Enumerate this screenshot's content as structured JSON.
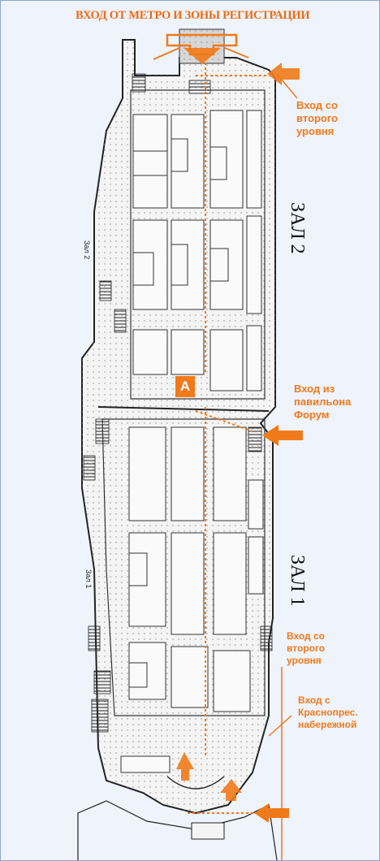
{
  "title": "ВХОД ОТ МЕТРО И ЗОНЫ РЕГИСТРАЦИИ",
  "halls": {
    "hall2": "ЗАЛ 2",
    "hall1": "ЗАЛ 1",
    "hall2_small": "Зал 2",
    "hall1_small": "Зал 1"
  },
  "marker": "A",
  "entrances": [
    {
      "lines": [
        "Вход со",
        "второго",
        "уровня"
      ]
    },
    {
      "lines": [
        "Вход из",
        "павильона",
        "Форум"
      ]
    },
    {
      "lines": [
        "Вход со",
        "второго",
        "уровня"
      ]
    },
    {
      "lines": [
        "Вход с",
        "Краснопрес.",
        "набережной"
      ]
    }
  ],
  "colors": {
    "accent": "#f07a1a",
    "title": "#ee6b12",
    "frame": "#8aa6d6",
    "background": "#eef3fc"
  }
}
